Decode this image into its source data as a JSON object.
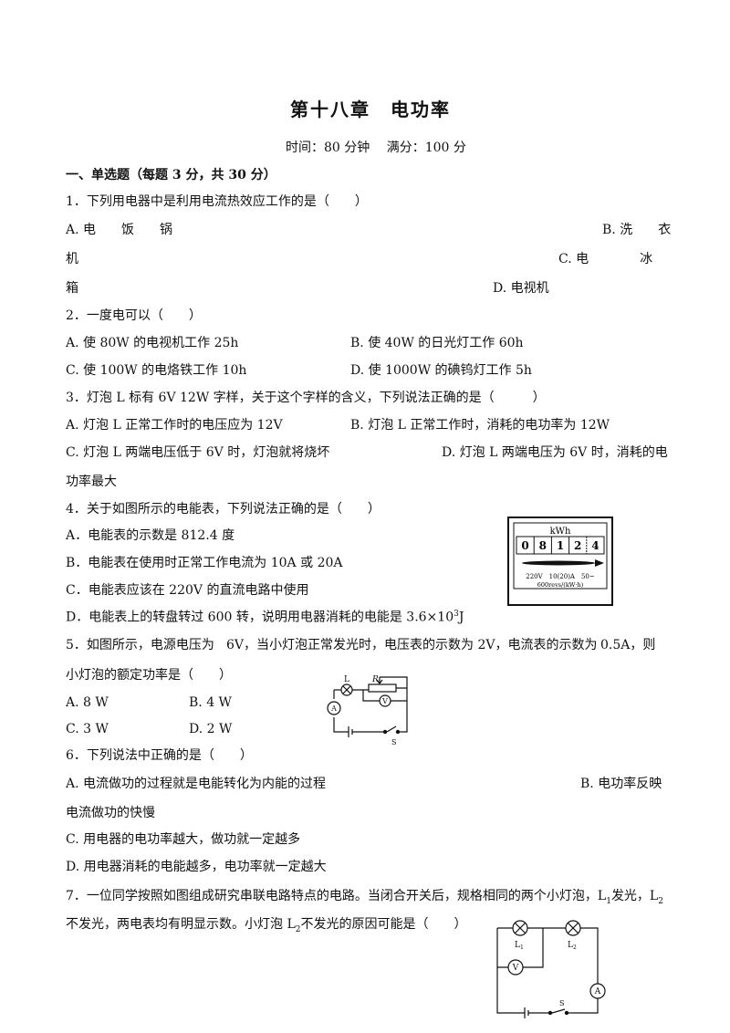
{
  "header": {
    "title": "第十八章　电功率",
    "info": "时间：80 分钟　 满分：100 分"
  },
  "section1": {
    "heading": "一、单选题（每题 3 分，共 30 分）"
  },
  "q1": {
    "stem": "1．下列用电器中是利用电流热效应工作的是（　　）",
    "a": "A. 电　　饭　　锅",
    "b": "B. 洗　　衣",
    "b_cont": "机",
    "c": "C. 电　　　　冰",
    "c_cont": "箱",
    "d": "D. 电视机"
  },
  "q2": {
    "stem": "2．一度电可以（　　）",
    "a": "A. 使 80W 的电视机工作 25h",
    "b": "B. 使 40W 的日光灯工作 60h",
    "c": "C. 使 100W 的电烙铁工作 10h",
    "d": "D. 使 1000W 的碘钨灯工作 5h"
  },
  "q3": {
    "stem": "3．灯泡 L 标有 6V 12W 字样，关于这个字样的含义，下列说法正确的是（　　　）",
    "a": "A. 灯泡 L 正常工作时的电压应为 12V",
    "b": "B. 灯泡 L 正常工作时，消耗的电功率为 12W",
    "c": "C. 灯泡 L 两端电压低于 6V 时，灯泡就将烧坏",
    "d": "D. 灯泡 L 两端电压为 6V 时，消耗的电",
    "d_cont": "功率最大"
  },
  "q4": {
    "stem": "4．关于如图所示的电能表，下列说法正确的是（　　）",
    "a": "A．电能表的示数是 812.4 度",
    "b": "B．电能表在使用时正常工作电流为 10A 或 20A",
    "c": "C．电能表应该在 220V 的直流电路中使用",
    "d_pre": "D．电能表上的转盘转过 600 转，说明用电器消耗的电能是 3.6×10",
    "d_sup": "3",
    "d_post": "J",
    "meter": {
      "unit": "kWh",
      "digits": [
        "0",
        "8",
        "1",
        "2",
        "4"
      ],
      "spec_line1": "220V　10(20)A　50~",
      "spec_line2": "600revs/(kW·h)"
    }
  },
  "q5": {
    "stem_line1_a": "5．如图所示，电源电压为",
    "stem_line1_b": "6V，当小灯泡正常发光时，电压表的示数为 2V，电流表的示数为",
    "stem_line1_c": "0.5A，则",
    "stem_line2": "小灯泡的额定功率是（　　）",
    "a": "A. 8 W",
    "b": "B. 4 W",
    "c": "C. 3 W",
    "d": "D. 2 W",
    "circuit": {
      "L": "L",
      "R": "R",
      "A": "A",
      "V": "V",
      "S": "S"
    }
  },
  "q6": {
    "stem": "6．下列说法中正确的是（　　）",
    "a": "A. 电流做功的过程就是电能转化为内能的过程",
    "b": "B. 电功率反映",
    "b_cont": "电流做功的快慢",
    "c": "C. 用电器的电功率越大，做功就一定越多",
    "d": "D. 用电器消耗的电能越多，电功率就一定越大"
  },
  "q7": {
    "line1_a": "7．一位同学按照如图组成研究串联电路特点的电路。当闭合开关后，规格相同的两个小灯泡，L",
    "sub1": "1",
    "line1_b": "发光，L",
    "sub2": "2",
    "line2_a": "不发光，两电表均有明显示数。小灯泡 L",
    "sub3": "2",
    "line2_b": "不发光的原因可能是（　　）",
    "circuit": {
      "L": "L",
      "n1": "1",
      "n2": "2",
      "V": "V",
      "A": "A",
      "S": "S"
    }
  }
}
